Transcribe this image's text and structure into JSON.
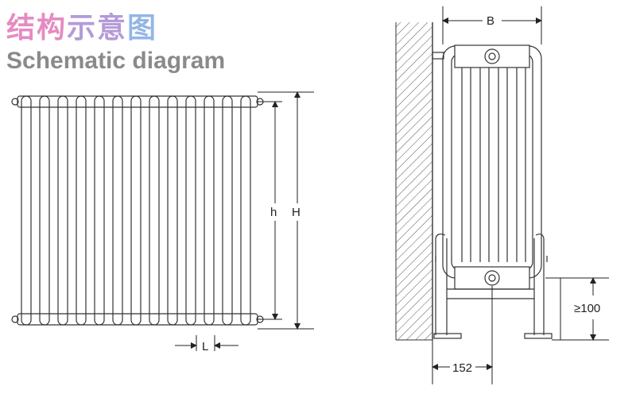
{
  "header": {
    "title_cn_parts": [
      "结构",
      "示意",
      "图"
    ],
    "title_en": "Schematic diagram"
  },
  "dimensions": {
    "inner_height": "h",
    "outer_height": "H",
    "spacing": "L",
    "depth": "B",
    "floor_clearance": "≥100",
    "wall_distance": "152"
  },
  "colors": {
    "line": "#333333",
    "wall_hatch": "#555555"
  }
}
